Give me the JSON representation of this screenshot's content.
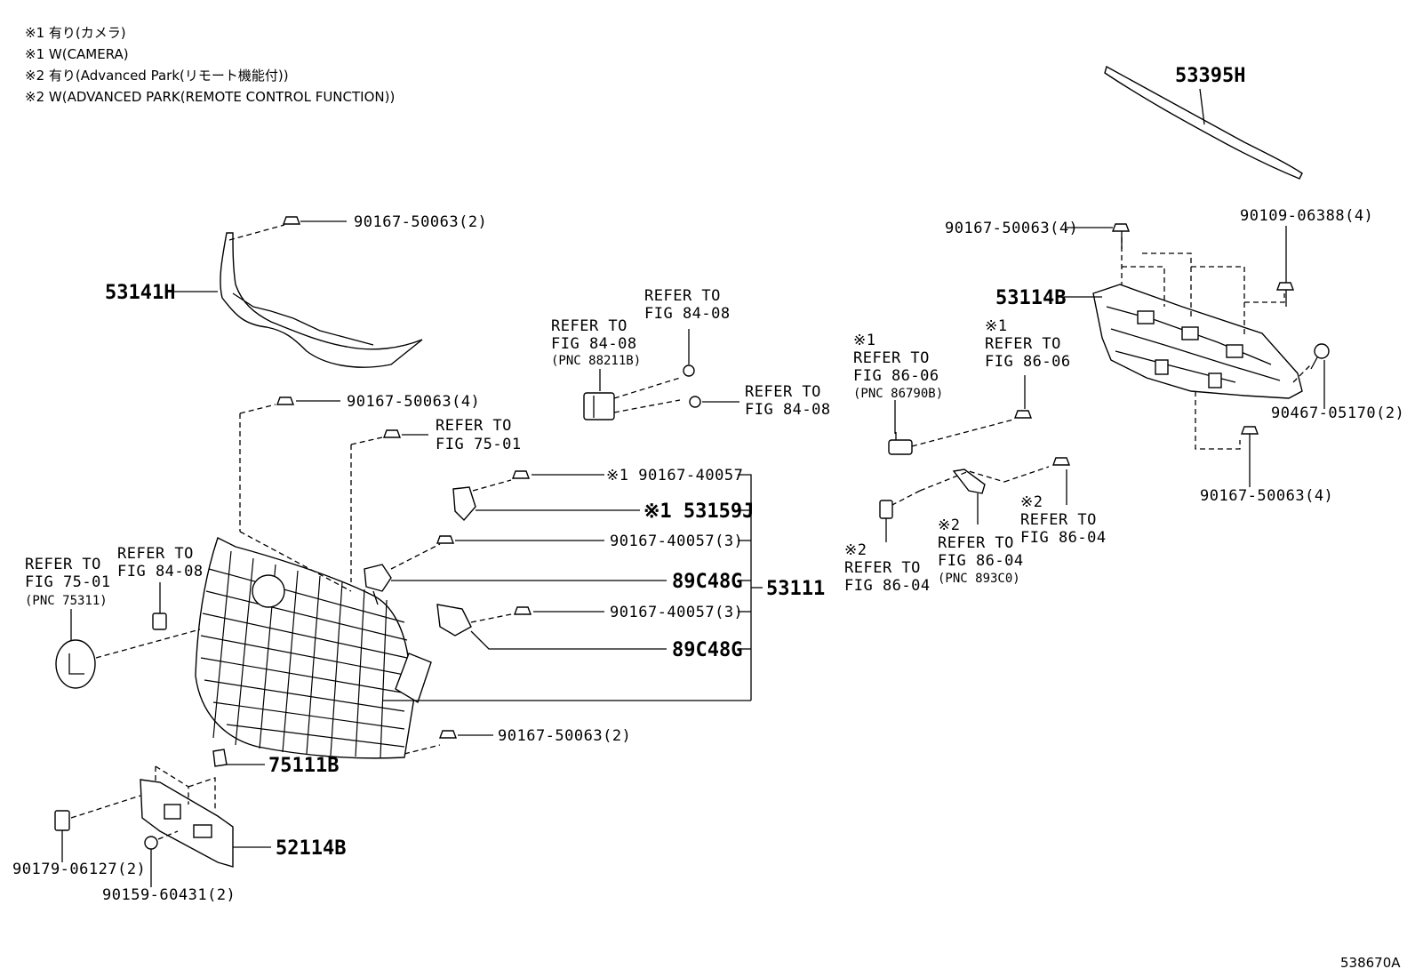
{
  "notes": [
    "※1 有り(カメラ)",
    "※1 W(CAMERA)",
    "※2 有り(Advanced  Park(リモート機能付))",
    "※2 W(ADVANCED PARK(REMOTE CONTROL FUNCTION))"
  ],
  "labels": {
    "p53395H": "53395H",
    "p90167_50063_4_top": "90167-50063(4)",
    "p90109_06388_4": "90109-06388(4)",
    "p53114B": "53114B",
    "p90467_05170_2": "90467-05170(2)",
    "p90167_50063_4_right": "90167-50063(4)",
    "p90167_50063_2_top": "90167-50063(2)",
    "p53141H": "53141H",
    "p90167_50063_4_left": "90167-50063(4)",
    "ref_75_01_a_1": "REFER TO",
    "ref_75_01_a_2": "FIG 75-01",
    "ref_84_08_a_1": "REFER TO",
    "ref_84_08_a_2": "FIG 84-08",
    "ref_84_08_b_1": "REFER TO",
    "ref_84_08_b_2": "FIG 84-08",
    "ref_84_08_b_3": "(PNC 88211B)",
    "ref_84_08_c_1": "REFER TO",
    "ref_84_08_c_2": "FIG 84-08",
    "ref_86_06_a_0": "※1",
    "ref_86_06_a_1": "REFER TO",
    "ref_86_06_a_2": "FIG 86-06",
    "ref_86_06_a_3": "(PNC 86790B)",
    "ref_86_06_b_0": "※1",
    "ref_86_06_b_1": "REFER TO",
    "ref_86_06_b_2": "FIG 86-06",
    "p90167_40057_m1": "※1 90167-40057",
    "p53159J": "※1 53159J",
    "p90167_40057_3_a": "90167-40057(3)",
    "p89C48G_a": "89C48G",
    "p53111": "53111",
    "p90167_40057_3_b": "90167-40057(3)",
    "p89C48G_b": "89C48G",
    "ref_75_01_b_1": "REFER TO",
    "ref_75_01_b_2": "FIG 75-01",
    "ref_75_01_b_3": "(PNC 75311)",
    "ref_84_08_d_1": "REFER TO",
    "ref_84_08_d_2": "FIG 84-08",
    "ref_86_04_a_0": "※2",
    "ref_86_04_a_1": "REFER TO",
    "ref_86_04_a_2": "FIG 86-04",
    "ref_86_04_b_0": "※2",
    "ref_86_04_b_1": "REFER TO",
    "ref_86_04_b_2": "FIG 86-04",
    "ref_86_04_b_3": "(PNC 893C0)",
    "ref_86_04_c_0": "※2",
    "ref_86_04_c_1": "REFER TO",
    "ref_86_04_c_2": "FIG 86-04",
    "p90167_50063_2_bottom": "90167-50063(2)",
    "p75111B": "75111B",
    "p52114B": "52114B",
    "p90179_06127_2": "90179-06127(2)",
    "p90159_60431_2": "90159-60431(2)",
    "figure_id": "538670A"
  }
}
